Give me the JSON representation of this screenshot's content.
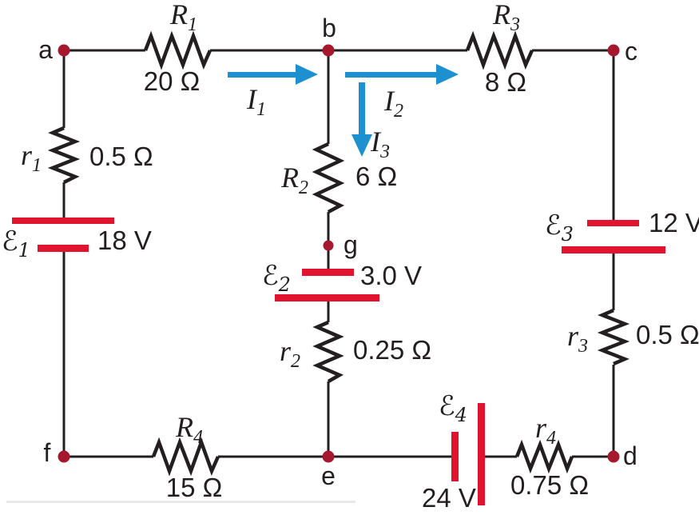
{
  "title": "Multi-loop DC circuit diagram with four emf sources",
  "nodes": {
    "a": "a",
    "b": "b",
    "c": "c",
    "d": "d",
    "e": "e",
    "f": "f",
    "g": "g"
  },
  "resistors": {
    "R1": {
      "sym": "R",
      "sub": "1",
      "value": "20 Ω"
    },
    "R2": {
      "sym": "R",
      "sub": "2",
      "value": "6 Ω"
    },
    "R3": {
      "sym": "R",
      "sub": "3",
      "value": "8 Ω"
    },
    "R4": {
      "sym": "R",
      "sub": "4",
      "value": "15 Ω"
    },
    "r1": {
      "sym": "r",
      "sub": "1",
      "value": "0.5 Ω"
    },
    "r2": {
      "sym": "r",
      "sub": "2",
      "value": "0.25 Ω"
    },
    "r3": {
      "sym": "r",
      "sub": "3",
      "value": "0.5 Ω"
    },
    "r4": {
      "sym": "r",
      "sub": "4",
      "value": "0.75 Ω"
    }
  },
  "emfs": {
    "E1": {
      "sym": "ℰ",
      "sub": "1",
      "value": "18 V"
    },
    "E2": {
      "sym": "ℰ",
      "sub": "2",
      "value": "3.0 V"
    },
    "E3": {
      "sym": "ℰ",
      "sub": "3",
      "value": "12 V"
    },
    "E4": {
      "sym": "ℰ",
      "sub": "4",
      "value": "24 V"
    }
  },
  "currents": {
    "I1": {
      "sym": "I",
      "sub": "1"
    },
    "I2": {
      "sym": "I",
      "sub": "2"
    },
    "I3": {
      "sym": "I",
      "sub": "3"
    }
  },
  "colors": {
    "wire": "#231f20",
    "plate": "#e0142f",
    "node": "#a5182e",
    "arrow": "#1d91cf",
    "text": "#231f20",
    "background": "#ffffff"
  }
}
